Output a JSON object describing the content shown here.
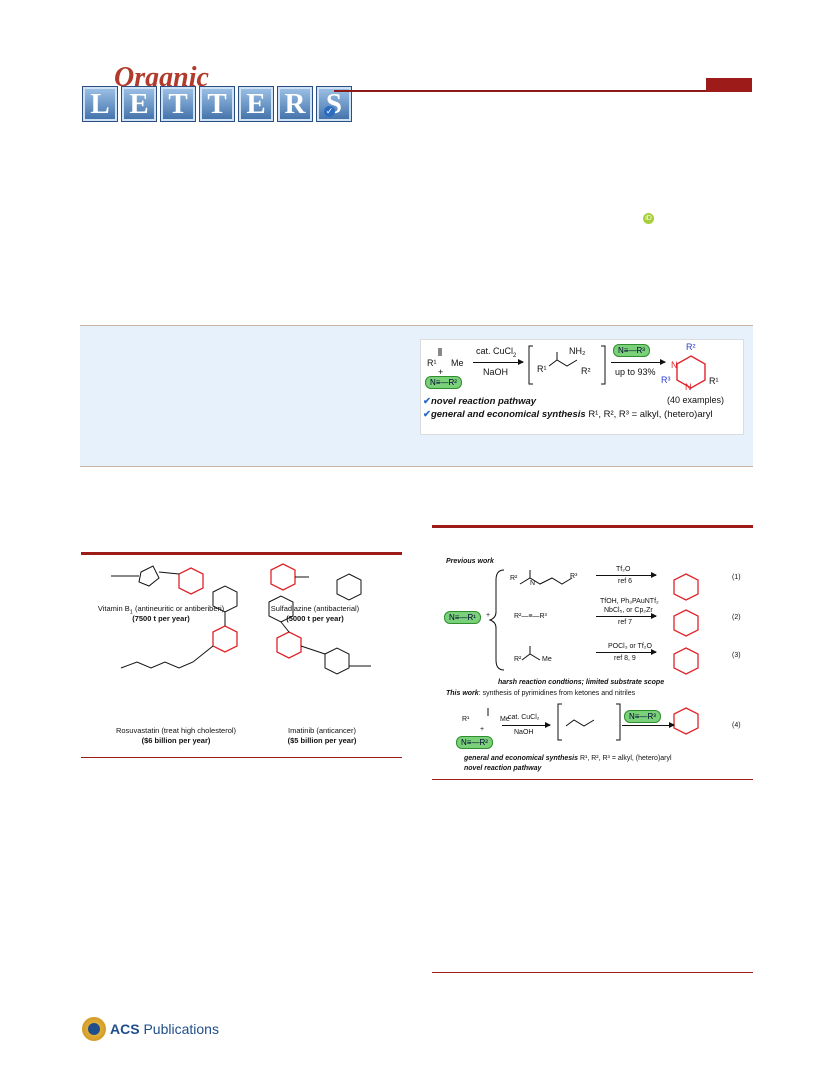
{
  "journal": {
    "logo_top": "Organic",
    "logo_letters": [
      "L",
      "E",
      "T",
      "T",
      "E",
      "R",
      "S"
    ]
  },
  "toc": {
    "reagent_1": "cat. CuCl",
    "reagent_1_sub": "2",
    "reagent_2": "NaOH",
    "yield": "up to 93%",
    "examples": "(40 examples)",
    "bullet_1": "novel reaction pathway",
    "bullet_2": "general and economical synthesis",
    "bullet_2_rest": "R¹, R², R³ = alkyl, (hetero)aryl",
    "ketone": "R¹",
    "ketone_me": "Me",
    "nitrile": "N≡—R²",
    "nitrile_2": "N≡—R³",
    "intermediate_nh2": "NH₂",
    "product_r2": "R²",
    "product_r3": "R³",
    "product_r1": "R¹",
    "ring_n": "N"
  },
  "figure1": {
    "vitamin_name": "Vitamin B",
    "vitamin_sub": "1",
    "vitamin_use": " (antineuritic or antiberiberi)",
    "vitamin_amount": "(7500 t per year)",
    "sulfa_name": "Sulfadiazine (antibacterial)",
    "sulfa_amount": "(5000 t per year)",
    "rosu_name": "Rosuvastatin (treat high cholesterol)",
    "rosu_amount": "($6 billion per year)",
    "imat_name": "Imatinib (anticancer)",
    "imat_amount": "($5 billion per year)"
  },
  "scheme1": {
    "previous_work": "Previous work",
    "row1_reagent": "Tf₂O",
    "row1_ref": "ref 6",
    "row1_num": "(1)",
    "row2_reagent": "TfOH, Ph₃PAuNTf₂",
    "row2_reagent_b": "NbCl₅, or Cp₂Zr",
    "row2_ref": "ref 7",
    "row2_num": "(2)",
    "row3_reagent": "POCl₃ or Tf₂O",
    "row3_ref": "ref 8, 9",
    "row3_num": "(3)",
    "harsh": "harsh reaction condtions; limited substrate scope",
    "this_work_label": "This work",
    "this_work_text": ": synthesis of  pyrimidines from ketones and nitriles",
    "row4_reagent": "cat. CuCl₂",
    "row4_base": "NaOH",
    "row4_num": "(4)",
    "general": "general and economical synthesis",
    "general_rest": "R¹, R², R³ = alkyl, (hetero)aryl",
    "novel": "novel reaction pathway",
    "nitrile_r1": "N≡—R¹",
    "alkyne": "R²—≡—R³"
  },
  "footer": {
    "acs_bold": "ACS",
    "acs_rest": " Publications"
  },
  "colors": {
    "brand_red": "#9d1c1a",
    "abstract_bg": "#e7f1fb",
    "ring_red": "#e0242a",
    "substituent_blue": "#2a3fd0",
    "nitrile_green": "#7ad17a"
  }
}
